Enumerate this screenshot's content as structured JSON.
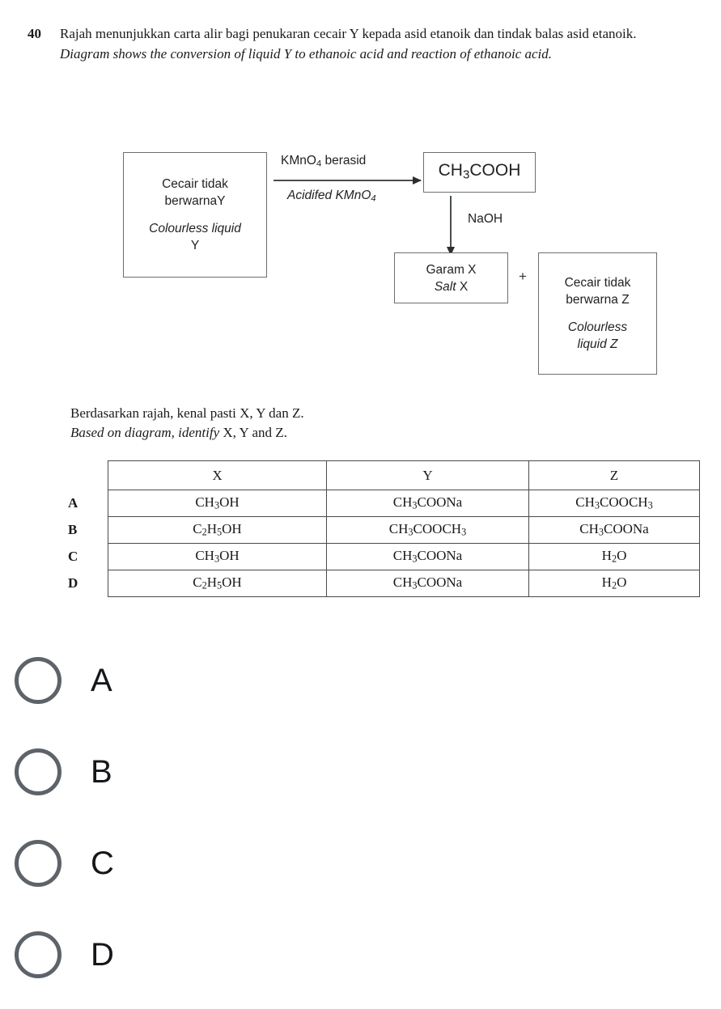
{
  "question": {
    "number": "40",
    "malay": "Rajah menunjukkan carta alir bagi penukaran cecair Y kepada asid etanoik dan tindak balas asid etanoik.",
    "english": "Diagram shows the conversion of liquid Y to ethanoic acid and reaction of ethanoic acid."
  },
  "diagram": {
    "box_liquid_y": {
      "malay_line1": "Cecair tidak",
      "malay_line2": "berwarnaY",
      "english_line1": "Colourless liquid",
      "english_line2": "Y"
    },
    "box_ethanoic_acid": {
      "formula_pre": "CH",
      "formula_sub": "3",
      "formula_post": "COOH"
    },
    "arrow_reagent": {
      "malay_pre": "KMnO",
      "malay_sub": "4",
      "malay_post": " berasid",
      "english_pre": "Acidifed KMnO",
      "english_sub": "4"
    },
    "arrow_naoh": "NaOH",
    "plus": "+",
    "box_salt_x": {
      "malay": "Garam X",
      "english_italic": "Salt",
      "english_rest": " X"
    },
    "box_liquid_z": {
      "malay_line1": "Cecair tidak",
      "malay_line2": "berwarna Z",
      "english_line1": "Colourless",
      "english_line2": "liquid Z"
    }
  },
  "prompt": {
    "malay": "Berdasarkan rajah, kenal pasti X, Y dan Z.",
    "english_pre": "Based on diagram, identify",
    "english_rest": " X, Y and Z."
  },
  "answer_table": {
    "headers": [
      "X",
      "Y",
      "Z"
    ],
    "rows": [
      {
        "letter": "A",
        "x": "CH3OH",
        "y": "CH3COONa",
        "z": "CH3COOCH3"
      },
      {
        "letter": "B",
        "x": "C2H5OH",
        "y": "CH3COOCH3",
        "z": "CH3COONa"
      },
      {
        "letter": "C",
        "x": "CH3OH",
        "y": "CH3COONa",
        "z": "H2O"
      },
      {
        "letter": "D",
        "x": "C2H5OH",
        "y": "CH3COONa",
        "z": "H2O"
      }
    ]
  },
  "options": [
    {
      "label": "A",
      "selected": false
    },
    {
      "label": "B",
      "selected": false
    },
    {
      "label": "C",
      "selected": false
    },
    {
      "label": "D",
      "selected": false
    }
  ],
  "colors": {
    "radio_border": "#5d6369",
    "box_border": "#6b6f72",
    "table_border": "#4a4a4a",
    "text": "#1a1a1a",
    "background": "#ffffff"
  }
}
